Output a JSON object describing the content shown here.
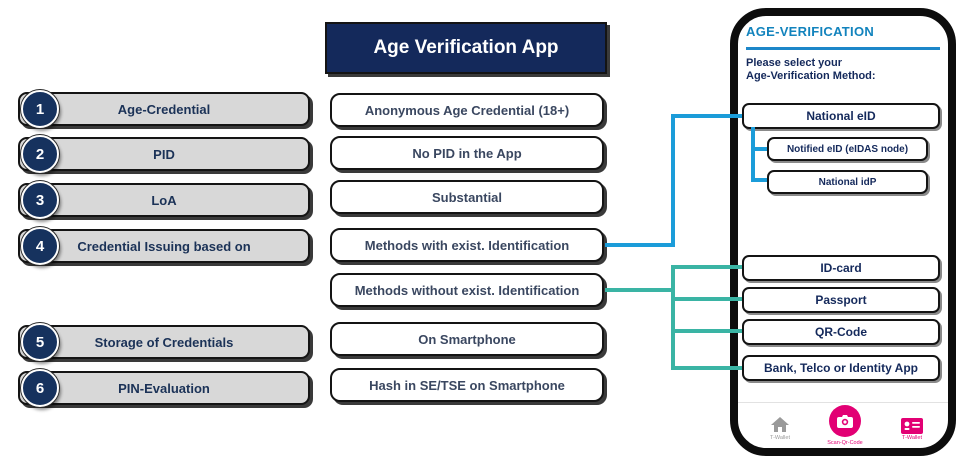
{
  "header": {
    "title": "Age Verification App"
  },
  "left_items": [
    {
      "num": "1",
      "label": "Age-Credential"
    },
    {
      "num": "2",
      "label": "PID"
    },
    {
      "num": "3",
      "label": "LoA"
    },
    {
      "num": "4",
      "label": "Credential Issuing based on"
    },
    {
      "num": "5",
      "label": "Storage of Credentials"
    },
    {
      "num": "6",
      "label": "PIN-Evaluation"
    }
  ],
  "middle_values": [
    "Anonymous Age Credential (18+)",
    "No PID in the App",
    "Substantial",
    "Methods with exist. Identification",
    "Methods without exist. Identification",
    "On Smartphone",
    "Hash in SE/TSE on Smartphone"
  ],
  "phone": {
    "header": "AGE-VERIFICATION",
    "subtitle_line1": "Please select your",
    "subtitle_line2": "Age-Verification Method:",
    "methods": {
      "national_eid": "National eID",
      "id_card": "ID-card",
      "passport": "Passport",
      "qr_code": "QR-Code",
      "bank_telco": "Bank, Telco or Identity App"
    },
    "sub_methods": {
      "notified_eid": "Notified eID (eIDAS node)",
      "national_idp": "National idP"
    },
    "nav": {
      "home_label": "T-Wallet",
      "scan_label": "Scan-Qr-Code",
      "wallet_label": "T-Wallet"
    },
    "icons": {
      "home": "home-icon",
      "scan": "camera-icon",
      "wallet": "id-card-icon"
    }
  },
  "colors": {
    "navy": "#14295b",
    "gray_bar": "#d8d8d8",
    "blue_connector": "#1b9cd9",
    "teal_connector": "#3ab4a4",
    "phone_header_blue": "#1283bd",
    "magenta": "#e20074"
  }
}
